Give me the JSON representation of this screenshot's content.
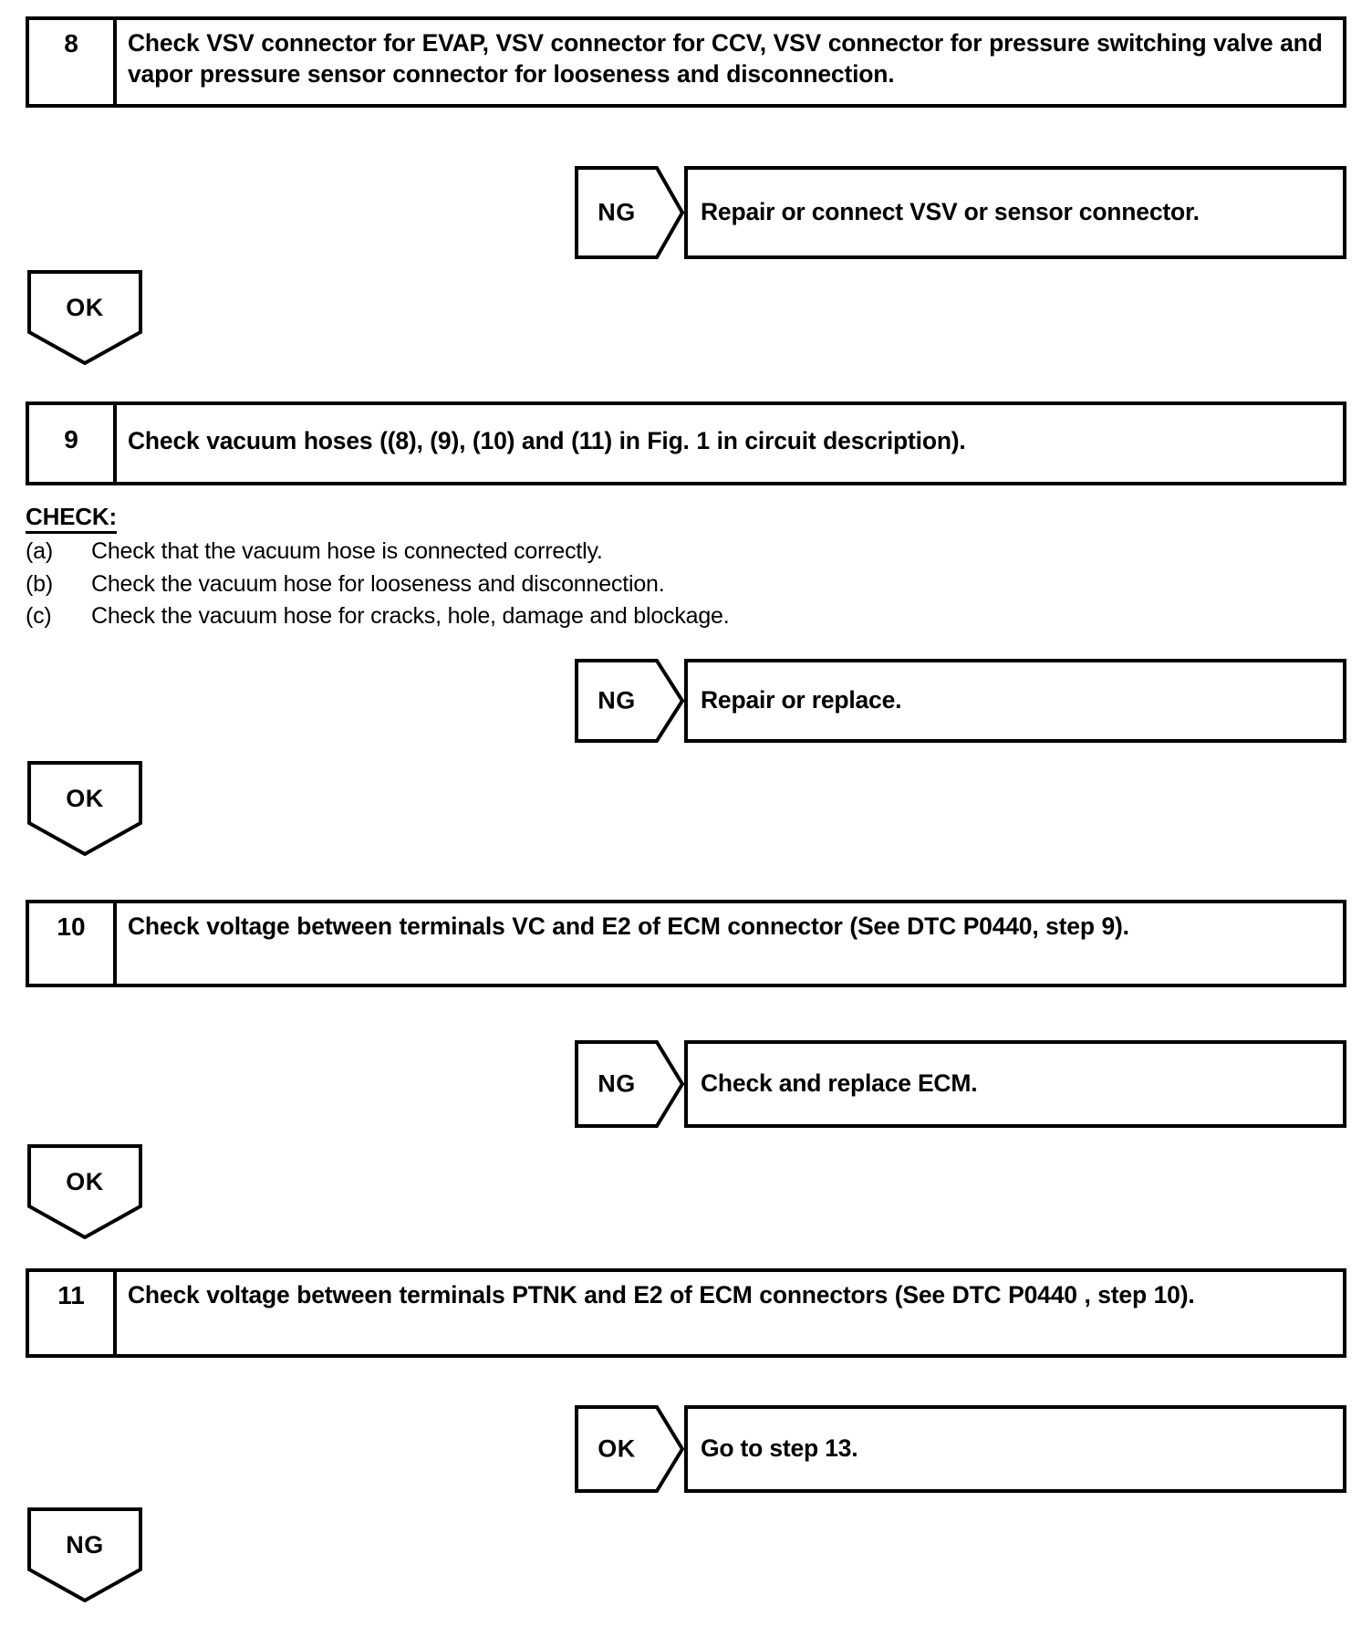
{
  "document": {
    "type": "diagnostic-flowchart",
    "line_color": "#000000",
    "background": "#ffffff"
  },
  "steps": [
    {
      "number": "8",
      "text": "Check VSV connector for EVAP, VSV connector for CCV, VSV connector for pressure switching valve and vapor pressure sensor connector for looseness and disconnection."
    },
    {
      "number": "9",
      "text": "Check vacuum hoses ((8), (9), (10) and (11) in Fig. 1 in circuit description)."
    },
    {
      "number": "10",
      "text": "Check voltage between terminals VC and E2 of ECM connector (See DTC P0440, step 9)."
    },
    {
      "number": "11",
      "text": "Check voltage between terminals PTNK and E2 of ECM connectors (See DTC P0440 , step 10)."
    }
  ],
  "branches": [
    {
      "tag": "NG",
      "result": "Repair or connect VSV or sensor connector."
    },
    {
      "tag": "NG",
      "result": "Repair or replace."
    },
    {
      "tag": "NG",
      "result": "Check and replace ECM."
    },
    {
      "tag": "OK",
      "result": "Go to step 13."
    }
  ],
  "flags": [
    {
      "label": "OK"
    },
    {
      "label": "OK"
    },
    {
      "label": "OK"
    },
    {
      "label": "NG"
    }
  ],
  "check_block": {
    "heading": "CHECK:",
    "items": [
      {
        "mark": "(a)",
        "body": "Check that the vacuum hose is connected correctly."
      },
      {
        "mark": "(b)",
        "body": "Check the vacuum hose for looseness and disconnection."
      },
      {
        "mark": "(c)",
        "body": "Check the vacuum hose for cracks, hole, damage and blockage."
      }
    ]
  }
}
